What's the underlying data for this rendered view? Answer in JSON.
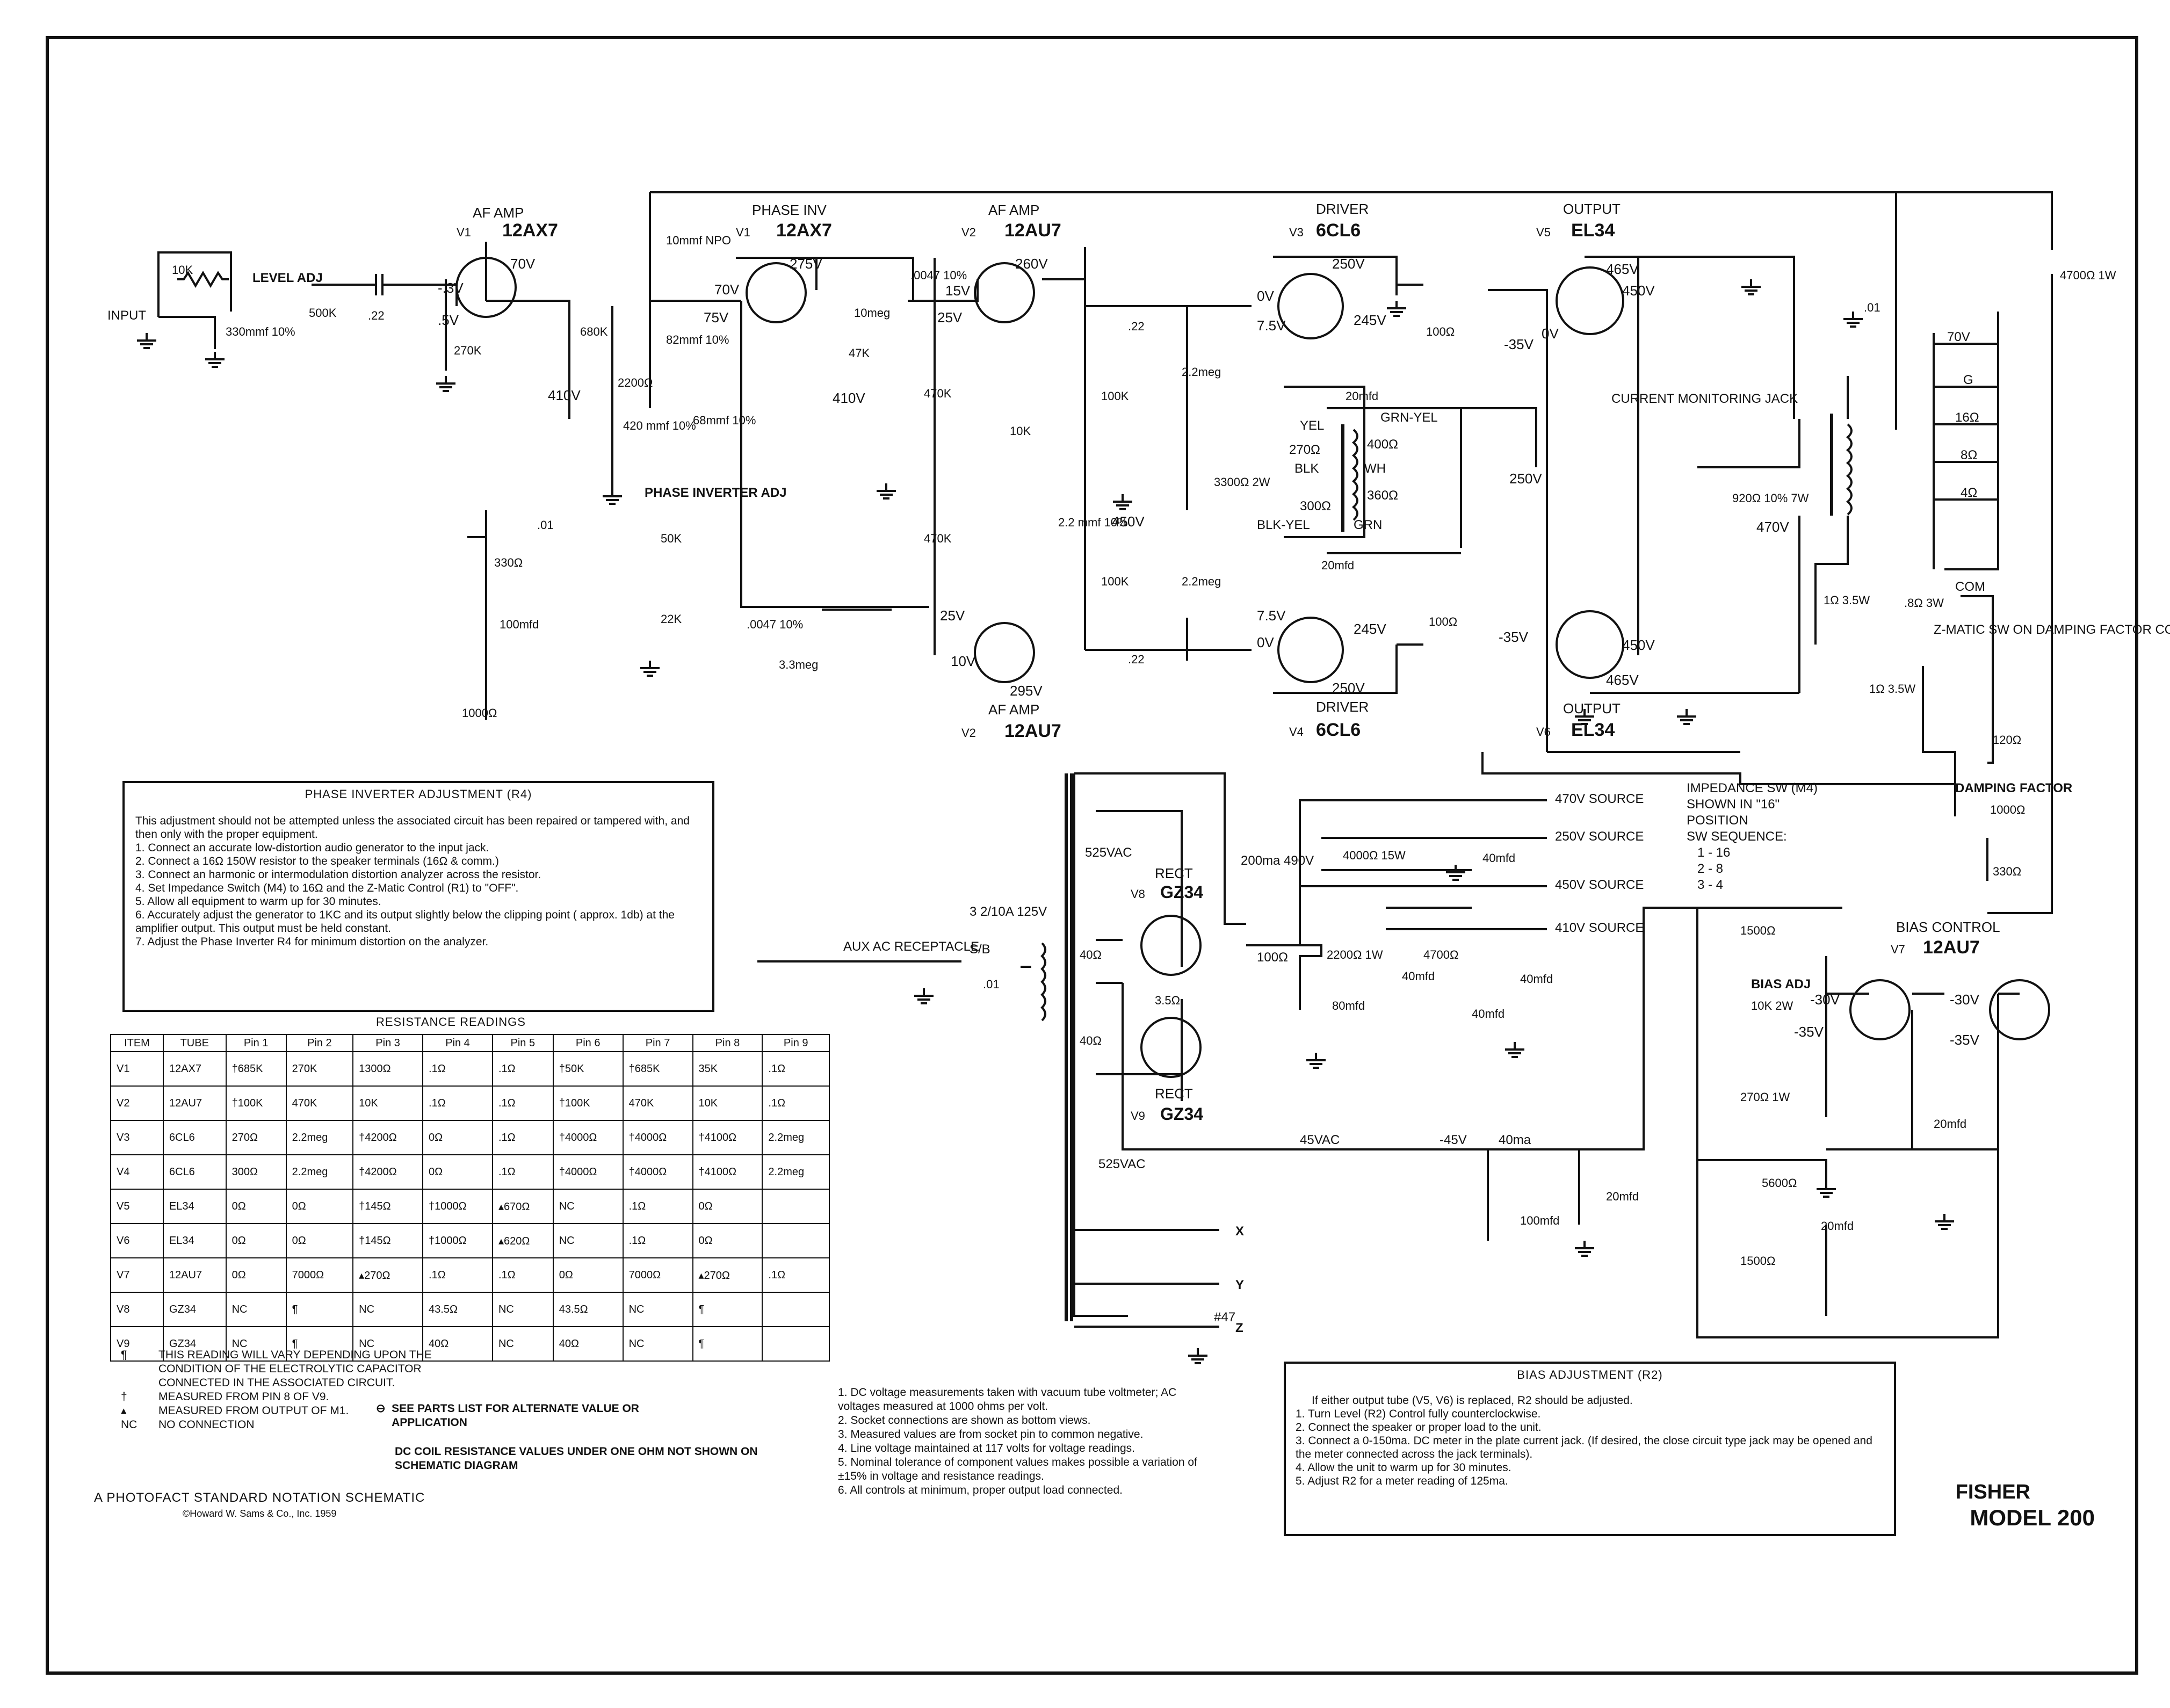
{
  "model": {
    "brand": "FISHER",
    "model": "MODEL 200"
  },
  "footer": {
    "notation": "A PHOTOFACT STANDARD NOTATION SCHEMATIC",
    "copyright": "©Howard W. Sams & Co., Inc. 1959"
  },
  "tubes": {
    "v1a": {
      "title": "AF AMP",
      "id": "V1",
      "section": "A",
      "type": "12AX7"
    },
    "v1b": {
      "title": "PHASE INV",
      "id": "V1",
      "section": "B",
      "type": "12AX7"
    },
    "v2a": {
      "title": "AF AMP",
      "id": "V2",
      "section": "A",
      "type": "12AU7"
    },
    "v2b": {
      "title": "AF AMP",
      "id": "V2",
      "section": "B",
      "type": "12AU7"
    },
    "v3": {
      "title": "DRIVER",
      "id": "V3",
      "type": "6CL6"
    },
    "v4": {
      "title": "DRIVER",
      "id": "V4",
      "type": "6CL6"
    },
    "v5": {
      "title": "OUTPUT",
      "id": "V5",
      "type": "EL34"
    },
    "v6": {
      "title": "OUTPUT",
      "id": "V6",
      "type": "EL34"
    },
    "v7": {
      "title": "BIAS CONTROL",
      "id": "V7",
      "type": "12AU7"
    },
    "v8": {
      "title": "RECT",
      "id": "V8",
      "type": "GZ34"
    },
    "v9": {
      "title": "RECT",
      "id": "V9",
      "type": "GZ34"
    }
  },
  "labels": {
    "input": "INPUT",
    "level_adj": "LEVEL ADJ",
    "phase_inverter_adj": "PHASE INVERTER ADJ",
    "current_jack": "CURRENT MONITORING JACK",
    "zmatic": "Z-MATIC SW ON DAMPING FACTOR CONTROL",
    "damping": "DAMPING FACTOR",
    "bias_adj": "BIAS ADJ",
    "aux_ac": "AUX AC RECEPTACLE",
    "impedance_sw": [
      "IMPEDANCE SW (M4)",
      "SHOWN IN \"16\"",
      "POSITION",
      "SW SEQUENCE:",
      "1 - 16",
      "2 - 8",
      "3 - 4"
    ],
    "fuse": "3 2/10A 125V",
    "switch": "S/B",
    "com": "COM",
    "sources": [
      "470V SOURCE",
      "250V SOURCE",
      "450V SOURCE",
      "410V SOURCE"
    ],
    "outputs_xyz": [
      "X",
      "Y",
      "Z"
    ],
    "pilot": "#47",
    "ac_525a": "525VAC",
    "ac_525b": "525VAC",
    "ac_45": "45VAC",
    "choke": "200ma 490V",
    "choke_res": "100Ω",
    "bias_line": "-45V",
    "bias_current": "40ma",
    "speaker_taps": [
      "70V",
      "G",
      "16Ω",
      "8Ω",
      "4Ω"
    ],
    "t2_leads": [
      "YEL",
      "BLK",
      "GRN-YEL",
      "WH",
      "GRN",
      "BLK-YEL"
    ],
    "t2_res": [
      "270Ω",
      "300Ω",
      "400Ω",
      "360Ω"
    ]
  },
  "components": {
    "r5": "10K",
    "c9": "330mmf 10%",
    "r3": "500K",
    "c10": ".22",
    "r6": "270K",
    "r7": "680K",
    "c14": "10mmf NPO",
    "c11": "82mmf 10%",
    "r10": "2200Ω",
    "c12": "420 mmf 10%",
    "c15": "68mmf 10%",
    "c13": ".01",
    "r8": "330Ω",
    "c6": "100mfd",
    "r9": "1000Ω",
    "r4": "50K",
    "r13": "22K",
    "c16": ".0047 10%",
    "r15": "3.3meg",
    "r19": "10meg",
    "c18": ".0047 10%",
    "r12": "47K",
    "r18": "470K",
    "r14": "470K",
    "r17": "10K",
    "c17": "2.2 mmf 10%",
    "r20": "100K",
    "r16": "100K",
    "c20": ".22",
    "c19": ".22",
    "r24": "2.2meg",
    "r21": "2.2meg",
    "r23": "3300Ω 2W",
    "c8": "20mfd",
    "c7": "20mfd",
    "r25": "100Ω",
    "r22": "100Ω",
    "c21": ".01",
    "r11": "4700Ω 1W",
    "r26": "920Ω 10% 7W",
    "r27": ".8Ω 3W",
    "m4_res": "1Ω 3.5W",
    "m4_res2": "1Ω 3.5W",
    "r28": "120Ω",
    "r1": "1000Ω",
    "r29": "330Ω",
    "r36": "4000Ω 15W",
    "c2b": "40mfd",
    "r35": "2200Ω 1W",
    "r34": "4700Ω",
    "c2a": "40mfd",
    "c3b": "40mfd",
    "c3a": "40mfd",
    "c1": "80mfd",
    "c22": ".01",
    "c5": "100mfd",
    "c4a": "20mfd",
    "c4b": "20mfd",
    "c4c": "20mfd",
    "r32": "1500Ω",
    "r2": "10K 2W",
    "r33": "270Ω 1W",
    "r30": "5600Ω",
    "r31": "1500Ω",
    "t1_res": [
      "40Ω",
      "3.5Ω",
      "40Ω"
    ]
  },
  "voltages": {
    "v1a": [
      "70V",
      "-.3V",
      ".5V",
      "410V"
    ],
    "v1b": [
      "275V",
      "70V",
      "75V"
    ],
    "v2a": [
      "260V",
      "15V",
      "25V",
      "410V"
    ],
    "v2b": [
      "295V",
      "25V",
      "10V"
    ],
    "v3": [
      "250V",
      "0V",
      "7.5V",
      "245V"
    ],
    "v4": [
      "250V",
      "0V",
      "7.5V",
      "245V"
    ],
    "v5": [
      "465V",
      "450V",
      "-35V",
      "0V"
    ],
    "v6": [
      "465V",
      "450V",
      "-35V"
    ],
    "misc": [
      "450V",
      "250V",
      "470V",
      "-30V",
      "-35V",
      "-30V",
      "-35V"
    ]
  },
  "phase_inverter_adjustment": {
    "title": "PHASE INVERTER ADJUSTMENT (R4)",
    "intro": "This adjustment should not be attempted unless the associated circuit has been repaired or tampered with, and then only with the proper equipment.",
    "steps": [
      "1. Connect an accurate low-distortion audio generator to the input jack.",
      "2. Connect a 16Ω 150W resistor to the speaker terminals (16Ω & comm.)",
      "3. Connect an harmonic or intermodulation distortion analyzer across the resistor.",
      "4. Set Impedance Switch (M4) to 16Ω and the Z-Matic Control (R1) to \"OFF\".",
      "5. Allow all equipment to warm up for 30 minutes.",
      "6. Accurately adjust the generator to 1KC and its output slightly below the clipping point ( approx. 1db) at the amplifier output. This output must be held constant.",
      "7. Adjust the Phase Inverter R4 for minimum distortion on the analyzer."
    ]
  },
  "resistance_readings": {
    "title": "RESISTANCE READINGS",
    "headers": [
      "ITEM",
      "TUBE",
      "Pin 1",
      "Pin 2",
      "Pin 3",
      "Pin 4",
      "Pin 5",
      "Pin 6",
      "Pin 7",
      "Pin 8",
      "Pin 9"
    ],
    "rows": [
      [
        "V1",
        "12AX7",
        "†685K",
        "270K",
        "1300Ω",
        ".1Ω",
        ".1Ω",
        "†50K",
        "†685K",
        "35K",
        ".1Ω"
      ],
      [
        "V2",
        "12AU7",
        "†100K",
        "470K",
        "10K",
        ".1Ω",
        ".1Ω",
        "†100K",
        "470K",
        "10K",
        ".1Ω"
      ],
      [
        "V3",
        "6CL6",
        "270Ω",
        "2.2meg",
        "†4200Ω",
        "0Ω",
        ".1Ω",
        "†4000Ω",
        "†4000Ω",
        "†4100Ω",
        "2.2meg"
      ],
      [
        "V4",
        "6CL6",
        "300Ω",
        "2.2meg",
        "†4200Ω",
        "0Ω",
        ".1Ω",
        "†4000Ω",
        "†4000Ω",
        "†4100Ω",
        "2.2meg"
      ],
      [
        "V5",
        "EL34",
        "0Ω",
        "0Ω",
        "†145Ω",
        "†1000Ω",
        "▴670Ω",
        "NC",
        ".1Ω",
        "0Ω",
        ""
      ],
      [
        "V6",
        "EL34",
        "0Ω",
        "0Ω",
        "†145Ω",
        "†1000Ω",
        "▴620Ω",
        "NC",
        ".1Ω",
        "0Ω",
        ""
      ],
      [
        "V7",
        "12AU7",
        "0Ω",
        "7000Ω",
        "▴270Ω",
        ".1Ω",
        ".1Ω",
        "0Ω",
        "7000Ω",
        "▴270Ω",
        ".1Ω"
      ],
      [
        "V8",
        "GZ34",
        "NC",
        "¶",
        "NC",
        "43.5Ω",
        "NC",
        "43.5Ω",
        "NC",
        "¶",
        ""
      ],
      [
        "V9",
        "GZ34",
        "NC",
        "¶",
        "NC",
        "40Ω",
        "NC",
        "40Ω",
        "NC",
        "¶",
        ""
      ]
    ]
  },
  "legend": {
    "pilcrow": "THIS READING WILL VARY DEPENDING UPON THE CONDITION OF THE ELECTROLYTIC CAPACITOR CONNECTED IN THE ASSOCIATED CIRCUIT.",
    "dagger": "MEASURED FROM PIN 8 OF V9.",
    "triangle": "MEASURED FROM OUTPUT OF M1.",
    "nc": "NO CONNECTION",
    "see_parts": "SEE PARTS LIST FOR ALTERNATE VALUE OR APPLICATION",
    "dc_coil": "DC COIL RESISTANCE VALUES UNDER ONE OHM NOT SHOWN ON SCHEMATIC DIAGRAM"
  },
  "notes": [
    "1. DC voltage measurements taken with vacuum tube voltmeter; AC voltages measured at 1000 ohms per volt.",
    "2. Socket connections are shown as bottom views.",
    "3. Measured values are from socket pin to common negative.",
    "4. Line voltage maintained at 117 volts for voltage readings.",
    "5. Nominal tolerance of component values makes possible a variation of ±15% in voltage and resistance readings.",
    "6. All controls at minimum, proper output load connected."
  ],
  "bias_adjustment": {
    "title": "BIAS ADJUSTMENT (R2)",
    "intro": "If either output tube (V5, V6) is replaced, R2 should be adjusted.",
    "steps": [
      "1. Turn Level (R2) Control fully counterclockwise.",
      "2. Connect the speaker or proper load to the unit.",
      "3. Connect a 0-150ma. DC meter in the plate current jack. (If desired, the close circuit type jack may be opened and the meter connected across the jack terminals).",
      "4. Allow the unit to warm up for 30 minutes.",
      "5. Adjust R2 for a meter reading of 125ma."
    ]
  }
}
